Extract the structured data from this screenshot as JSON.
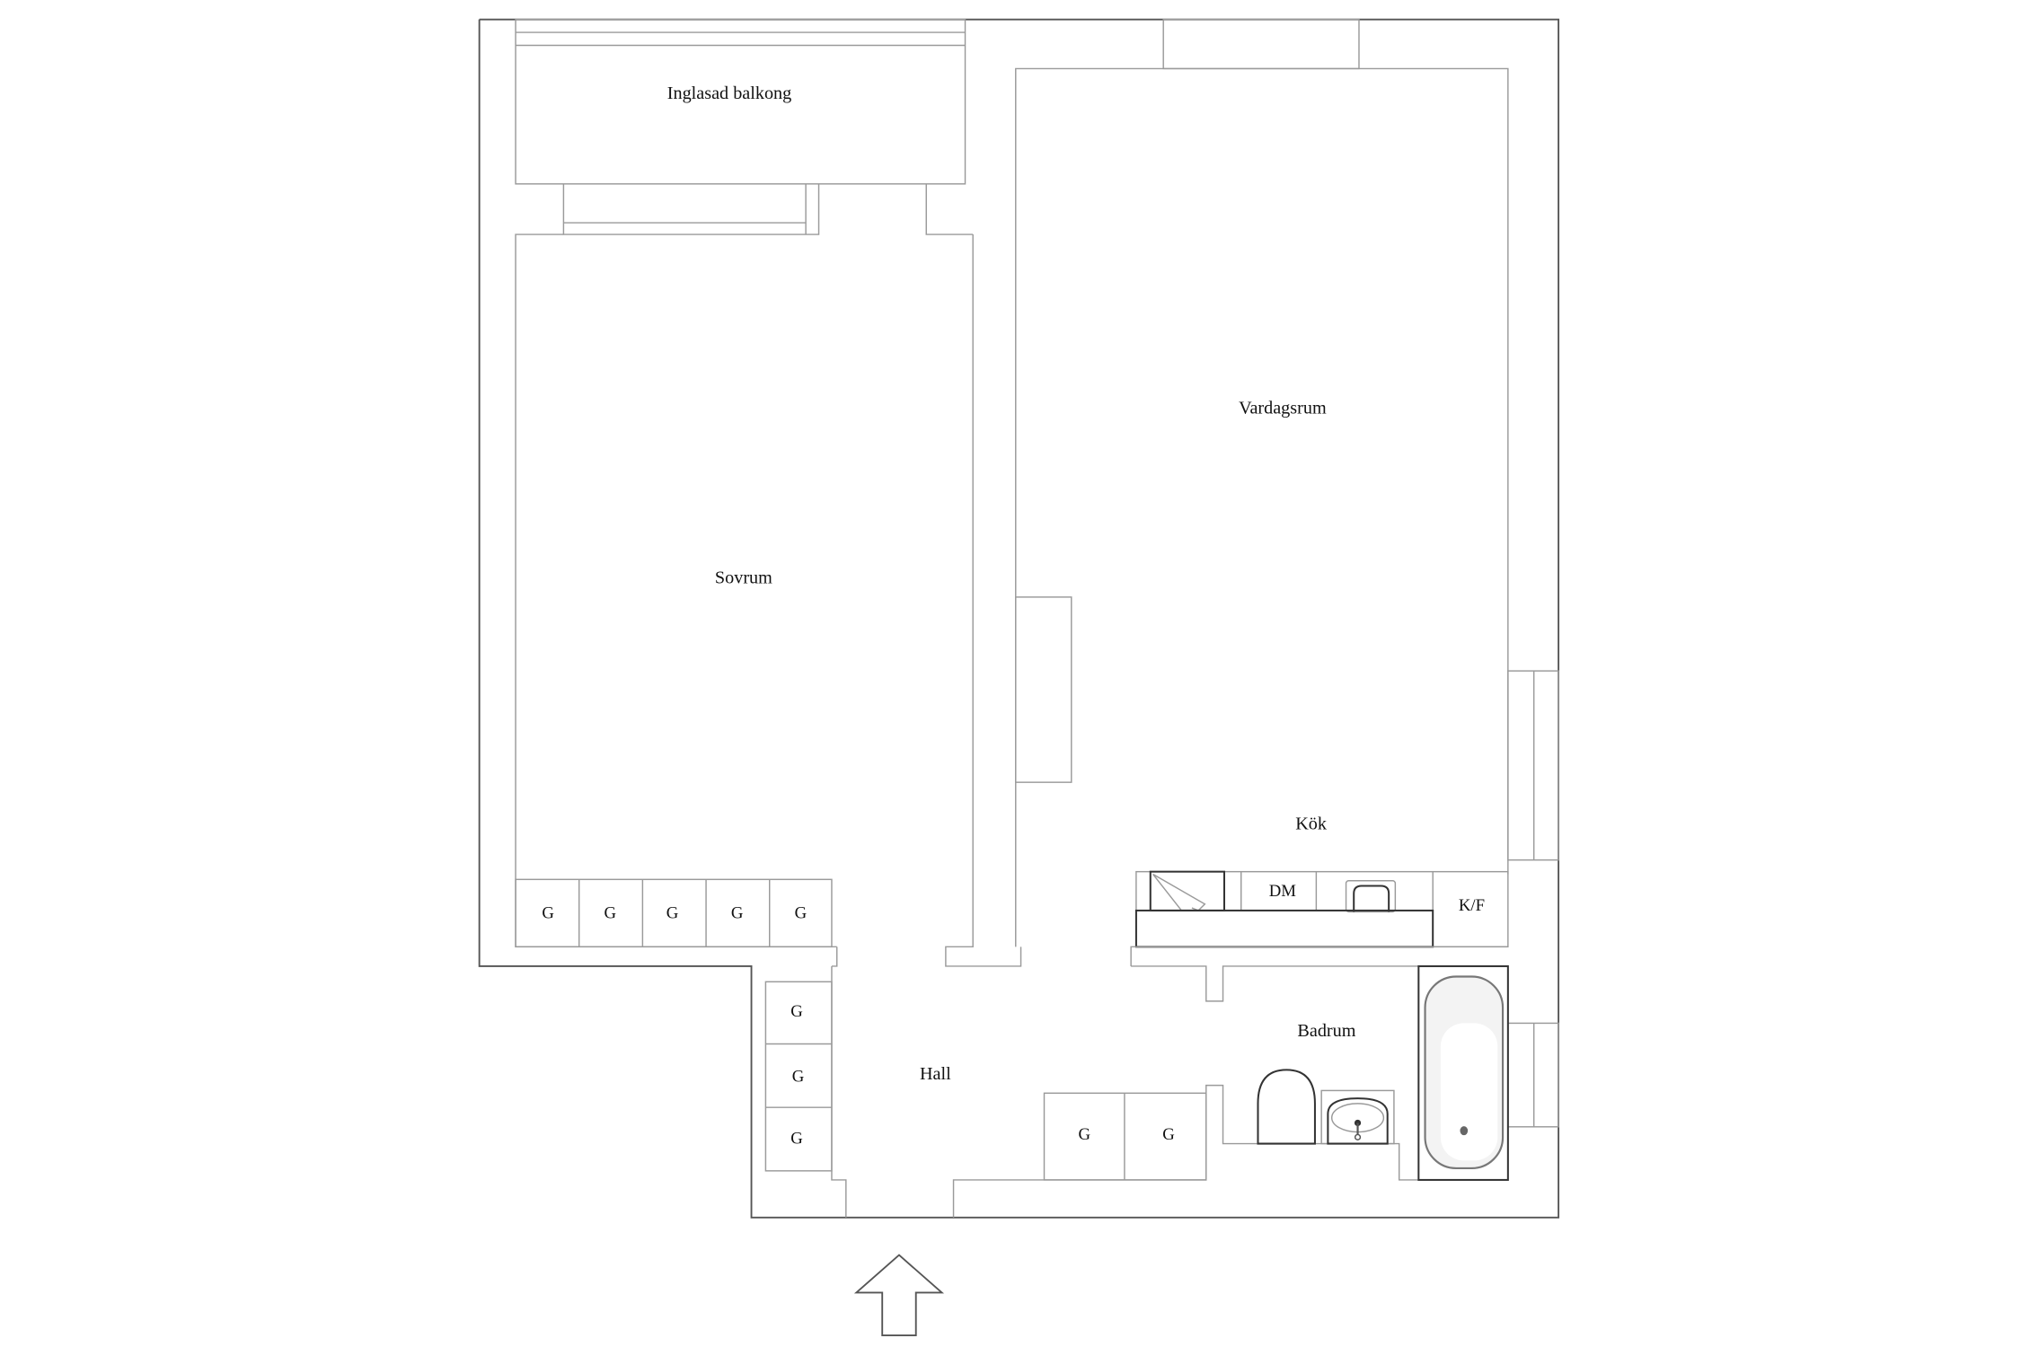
{
  "floorplan": {
    "rooms": {
      "balcony": "Inglasad balkong",
      "bedroom": "Sovrum",
      "living_room": "Vardagsrum",
      "kitchen": "Kök",
      "bathroom": "Badrum",
      "hall": "Hall"
    },
    "kitchen_appliances": {
      "dishwasher": "DM",
      "fridge_freezer": "K/F"
    },
    "wardrobes": {
      "label": "G",
      "bedroom": [
        "G",
        "G",
        "G",
        "G",
        "G"
      ],
      "hall_left": [
        "G",
        "G",
        "G"
      ],
      "hall_bottom": [
        "G",
        "G"
      ]
    },
    "entrance": "entrance-arrow"
  }
}
